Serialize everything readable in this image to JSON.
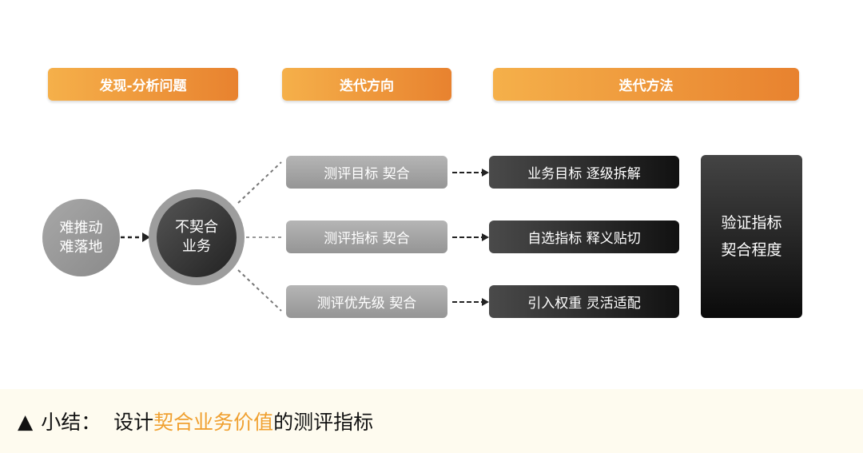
{
  "headers": [
    "发现-分析问题",
    "迭代方向",
    "迭代方法"
  ],
  "problem": {
    "line1": "难推动",
    "line2": "难落地"
  },
  "core": {
    "line1": "不契合",
    "line2": "业务"
  },
  "directions": [
    "测评目标 契合",
    "测评指标 契合",
    "测评优先级 契合"
  ],
  "methods": [
    "业务目标 逐级拆解",
    "自选指标 释义贴切",
    "引入权重 灵活适配"
  ],
  "result": {
    "line1": "验证指标",
    "line2": "契合程度"
  },
  "summary": {
    "marker": "▲",
    "prefix": "小结：  设计",
    "highlight": "契合业务价值",
    "suffix": "的测评指标"
  },
  "colors": {
    "accent": "#f0a030"
  }
}
